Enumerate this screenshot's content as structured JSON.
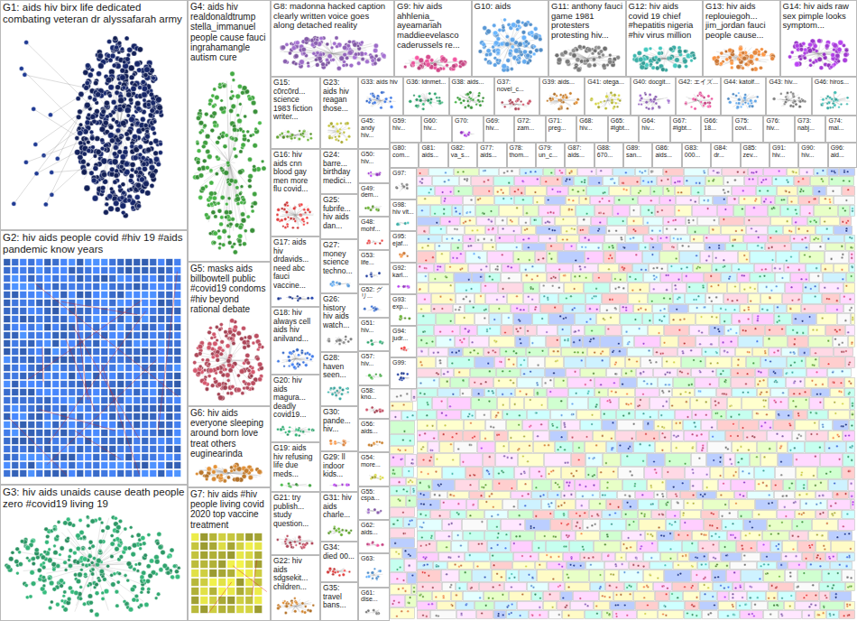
{
  "diagram": {
    "nodes": [
      {
        "text": [
          "G1: aids hiv birx life dedicated combating veteran dr alyssafarah army"
        ]
      },
      {
        "text": [
          "G2: hiv aids people covid #hiv 19 #aids pandemic know years"
        ]
      },
      {
        "text": [
          "G3: hiv aids unaids cause death people zero #covid19 living 19"
        ]
      },
      {
        "text": [
          "G4: aids hiv realdonaldtrump stella_immanuel people cause fauci ingrahamangle autism cure"
        ]
      },
      {
        "text": [
          "G5: masks aids billbowtell public #covid19 condoms #hiv beyond rational debate"
        ]
      },
      {
        "text": [
          "G6: hiv aids everyone sleeping around born love treat others euginearinda"
        ]
      },
      {
        "text": [
          "G7: hiv aids #hiv people living covid 2020 top vaccine treatment"
        ]
      },
      {
        "text": [
          "G8: madonna hacked caption clearly written voice goes along detached reality"
        ]
      },
      {
        "text": [
          "G9: hiv aids ahhlenia_ ayeamariah maddieevelasco caderussels re..."
        ]
      },
      {
        "text": [
          "G10: aids"
        ]
      },
      {
        "text": [
          "G11: anthony fauci game 1981 protesters protesting hiv..."
        ]
      },
      {
        "text": [
          "G12: hiv aids covid 19 chief #hepatitis nigeria #hiv virus million"
        ]
      },
      {
        "text": [
          "G13: hiv aids replouiegoh... jim_jordan fauci people cause..."
        ]
      },
      {
        "text": [
          "G14: hiv aids raw sex pimple looks symptom..."
        ]
      },
      {
        "text": [
          "G15: c0rc0rd... science 1983 fiction writer..."
        ]
      },
      {
        "text": [
          "G16: hiv aids cnn blood gay men more flu covid..."
        ]
      },
      {
        "text": [
          "G17: aids hiv drdavids... need abc fauci vaccine..."
        ]
      },
      {
        "text": [
          "G18: hiv always cell aids hiv anilvand..."
        ]
      },
      {
        "text": [
          "G20: hiv aids magura... deadly covid19..."
        ]
      },
      {
        "text": [
          "G19: aids hiv refusing life due meds..."
        ]
      },
      {
        "text": [
          "G21: try publish... study question..."
        ]
      },
      {
        "text": [
          "G22: hiv aids sdgsekit... children..."
        ]
      },
      {
        "text": [
          "G23: aids hiv reagan those..."
        ]
      },
      {
        "text": [
          "G24: barre... birthday medici..."
        ]
      },
      {
        "text": [
          "G25: fubrife... hiv aids dan..."
        ]
      },
      {
        "text": [
          "G27: money science techno..."
        ]
      },
      {
        "text": [
          "G26: history hiv aids watch..."
        ]
      },
      {
        "text": [
          "G28: haven seen..."
        ]
      },
      {
        "text": [
          "G30: pande... hiv..."
        ]
      },
      {
        "text": [
          "G29: ll indoor kids..."
        ]
      },
      {
        "text": [
          "G31: hiv aids charle..."
        ]
      },
      {
        "text": [
          "G34: died 00..."
        ]
      },
      {
        "text": [
          "G35: travel bans..."
        ]
      },
      {
        "text": [
          "G33: aids hiv"
        ]
      },
      {
        "text": [
          "G36: ldnmet..."
        ]
      },
      {
        "text": [
          "G38: aids..."
        ]
      },
      {
        "text": [
          "G37: novel_c..."
        ]
      },
      {
        "text": [
          "G39: aids..."
        ]
      },
      {
        "text": [
          "G41: otega..."
        ]
      },
      {
        "text": [
          "G40: docgit..."
        ]
      },
      {
        "text": [
          "G42: エイズ..."
        ]
      },
      {
        "text": [
          "G44: katolf..."
        ]
      },
      {
        "text": [
          "G43: hiv..."
        ]
      },
      {
        "text": [
          "G46: hiros..."
        ]
      },
      {
        "text": [
          "G45: andy hiv..."
        ]
      },
      {
        "text": [
          "G50: hiv..."
        ]
      },
      {
        "text": [
          "G49: dem..."
        ]
      },
      {
        "text": [
          "G48: mohf..."
        ]
      },
      {
        "text": [
          "G53: life..."
        ]
      },
      {
        "text": [
          "G52: グリ..."
        ]
      },
      {
        "text": [
          "G51: hiv..."
        ]
      },
      {
        "text": [
          "G57: hiv..."
        ]
      },
      {
        "text": [
          "G58: kno..."
        ]
      },
      {
        "text": [
          "G56: aids..."
        ]
      },
      {
        "text": [
          "G54: more..."
        ]
      },
      {
        "text": [
          "G55: cspa..."
        ]
      },
      {
        "text": [
          "G62: aids..."
        ]
      },
      {
        "text": [
          "G63:"
        ]
      },
      {
        "text": [
          "G61: dise..."
        ]
      },
      {
        "text": [
          "G59: hiv..."
        ]
      },
      {
        "text": [
          "G60: hiv..."
        ]
      },
      {
        "text": [
          "G70:"
        ]
      },
      {
        "text": [
          "G69: hiv..."
        ]
      },
      {
        "text": [
          "G72: zam..."
        ]
      },
      {
        "text": [
          "G71: preg..."
        ]
      },
      {
        "text": [
          "G68: hiv..."
        ]
      },
      {
        "text": [
          "G65: #lgbt..."
        ]
      },
      {
        "text": [
          "G64: hiv..."
        ]
      },
      {
        "text": [
          "G67: #lgbt..."
        ]
      },
      {
        "text": [
          "G66: 18..."
        ]
      },
      {
        "text": [
          "G75: covi..."
        ]
      },
      {
        "text": [
          "G76: hiv..."
        ]
      },
      {
        "text": [
          "G73: nabj..."
        ]
      },
      {
        "text": [
          "G74: mal..."
        ]
      },
      {
        "text": [
          "G80: com..."
        ]
      },
      {
        "text": [
          "G81: aids..."
        ]
      },
      {
        "text": [
          "G82: va_s..."
        ]
      },
      {
        "text": [
          "G77: aids..."
        ]
      },
      {
        "text": [
          "G78: thom..."
        ]
      },
      {
        "text": [
          "G79: un_c..."
        ]
      },
      {
        "text": [
          "G87: aids..."
        ]
      },
      {
        "text": [
          "G88: 670..."
        ]
      },
      {
        "text": [
          "G89: san..."
        ]
      },
      {
        "text": [
          "G86: aids..."
        ]
      },
      {
        "text": [
          "G83: 000..."
        ]
      },
      {
        "text": [
          "G84: dr..."
        ]
      },
      {
        "text": [
          "G85: zev..."
        ]
      },
      {
        "text": [
          "G91: hiv..."
        ]
      },
      {
        "text": [
          "G90: hiv..."
        ]
      },
      {
        "text": [
          "G96: aid..."
        ]
      },
      {
        "text": [
          "G97:"
        ]
      },
      {
        "text": [
          "G98: hiv vit..."
        ]
      },
      {
        "text": [
          "G95: ejaf..."
        ]
      },
      {
        "text": [
          "G92: karl..."
        ]
      },
      {
        "text": [
          "G93: exp..."
        ]
      },
      {
        "text": [
          "G94: judr..."
        ]
      },
      {
        "text": [
          "G99:"
        ]
      }
    ]
  }
}
